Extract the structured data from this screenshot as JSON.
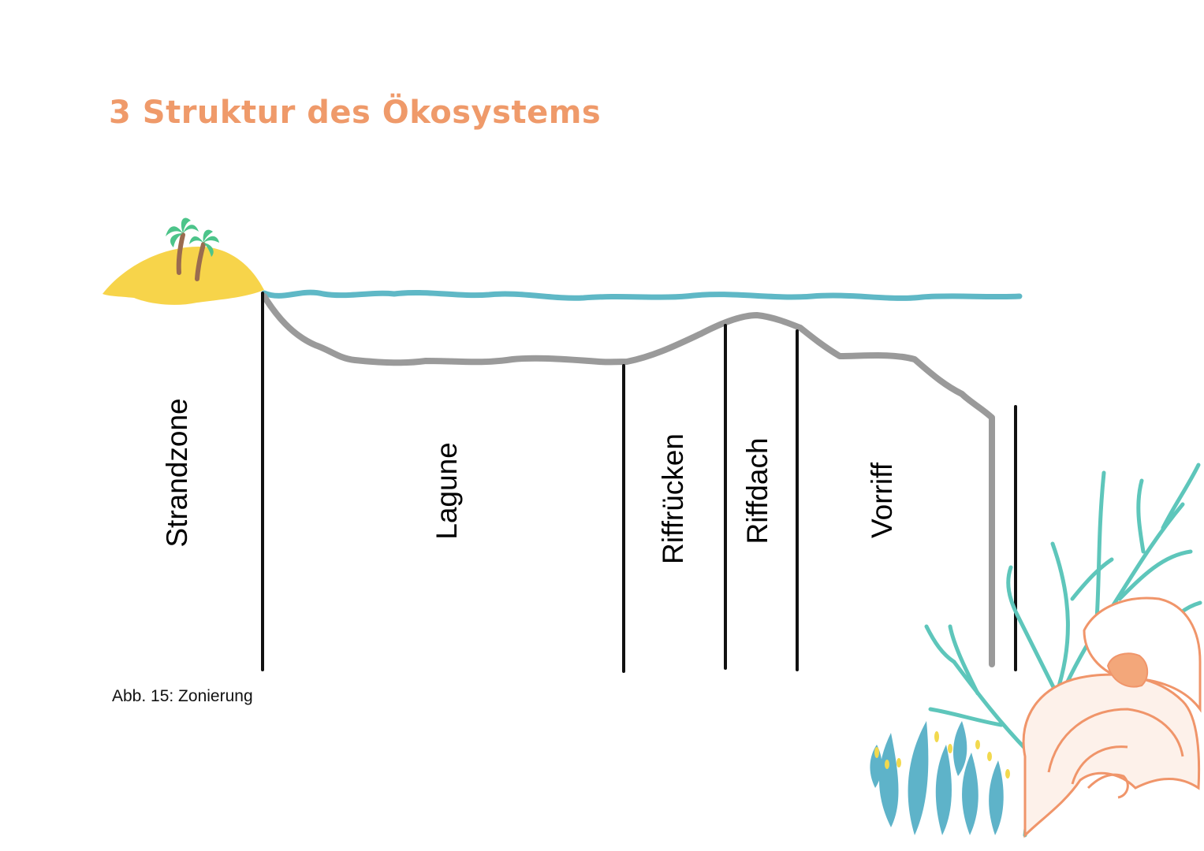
{
  "page": {
    "title": "3 Struktur des Ökosystems",
    "caption": "Abb. 15: Zonierung"
  },
  "diagram": {
    "zones": [
      {
        "id": "strandzone",
        "label": "Strandzone"
      },
      {
        "id": "lagune",
        "label": "Lagune"
      },
      {
        "id": "riffruecken",
        "label": "Riffrücken"
      },
      {
        "id": "riffdach",
        "label": "Riffdach"
      },
      {
        "id": "vorriff",
        "label": "Vorriff"
      }
    ],
    "colors": {
      "title": "#ef9a6a",
      "water": "#5fb8c6",
      "seafloor": "#9a9a9a",
      "divider": "#111111",
      "island": "#f7d44a",
      "palm_leaves": "#4cc48a",
      "palm_trunk": "#9a6b4f",
      "coral_teal": "#5ec6bb",
      "seaweed_blue": "#5eb3c9",
      "coral_orange": "#f0956a",
      "seaweed_tips": "#f2d94e"
    },
    "icons": [
      "palm-tree-icon",
      "island-icon",
      "coral-decoration-icon"
    ]
  }
}
